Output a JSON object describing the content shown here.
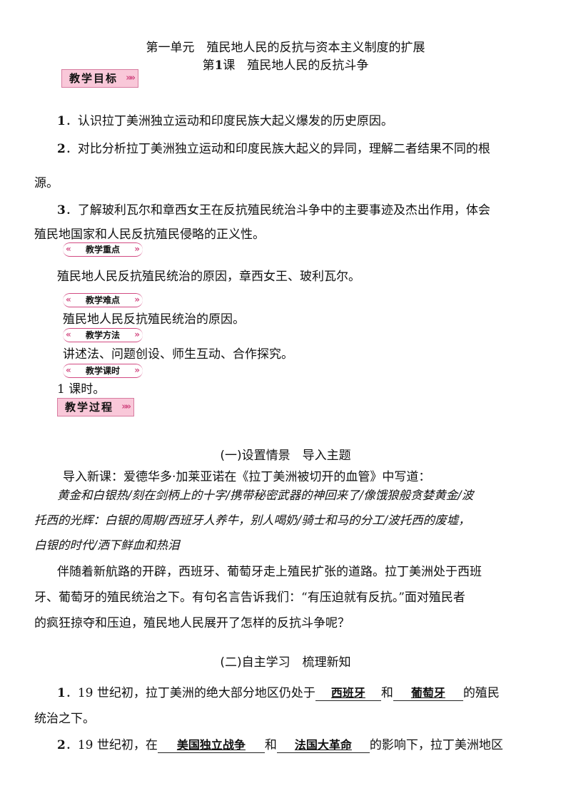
{
  "header": {
    "unit_title": "第一单元　殖民地人民的反抗与资本主义制度的扩展",
    "lesson_prefix": "第",
    "lesson_num": "1",
    "lesson_rest": "课　殖民地人民的反抗斗争"
  },
  "badges": {
    "objectives": "教学目标",
    "process": "教学过程",
    "arrow": "»»"
  },
  "pills": {
    "key_points": "教学重点",
    "difficulties": "教学难点",
    "methods": "教学方法",
    "hours": "教学课时",
    "left_mark": "«",
    "right_mark": "»"
  },
  "objectives": {
    "item1_num": "1",
    "item1_text": "．认识拉丁美洲独立运动和印度民族大起义爆发的历史原因。",
    "item2_num": "2",
    "item2_line1": "．对比分析拉丁美洲独立运动和印度民族大起义的异同，理解二者结果不同的根",
    "item2_line2": "源。",
    "item3_num": "3",
    "item3_line1": "．了解玻利瓦尔和章西女王在反抗殖民统治斗争中的主要事迹及杰出作用，体会",
    "item3_line2": "殖民地国家和人民反抗殖民侵略的正义性。"
  },
  "key_points_text": "殖民地人民反抗殖民统治的原因，章西女王、玻利瓦尔。",
  "difficulties_text": "殖民地人民反抗殖民统治的原因。",
  "methods_text": "讲述法、问题创设、师生互动、合作探究。",
  "hours_text": "1 课时。",
  "section1": {
    "heading": "(一)设置情景　导入主题",
    "intro": "导入新课：爱德华多·加莱亚诺在《拉丁美洲被切开的血管》中写道：",
    "poem_line1": "黄金和白银热/刻在剑柄上的十字/携带秘密武器的神回来了/像饿狼般贪婪黄金/波",
    "poem_line2": "托西的光辉：白银的周期/西班牙人养牛，别人喝奶/骑士和马的分工/波托西的废墟，",
    "poem_line3": "白银的时代/洒下鲜血和热泪",
    "para_line1": "伴随着新航路的开辟，西班牙、葡萄牙走上殖民扩张的道路。拉丁美洲处于西班",
    "para_line2": "牙、葡萄牙的殖民统治之下。有句名言告诉我们：“有压迫就有反抗。”面对殖民者",
    "para_line3": "的疯狂掠夺和压迫，殖民地人民展开了怎样的反抗斗争呢？"
  },
  "section2": {
    "heading": "(二)自主学习　梳理新知",
    "q1_num": "1",
    "q1_pre": "．19 世纪初，拉丁美洲的绝大部分地区仍处于",
    "q1_blank1": "西班牙",
    "q1_mid": "和",
    "q1_blank2": "葡萄牙",
    "q1_post": "的殖民",
    "q1_line2": "统治之下。",
    "q2_num": "2",
    "q2_pre": "．19 世纪初，在",
    "q2_blank1": "美国独立战争",
    "q2_mid": "和",
    "q2_blank2": "法国大革命",
    "q2_post": "的影响下，拉丁美洲地区"
  }
}
